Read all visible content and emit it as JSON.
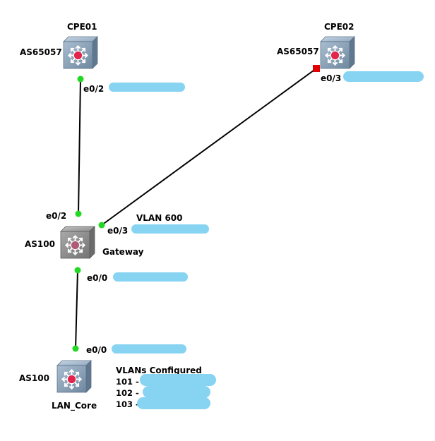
{
  "nodes": {
    "cpe01": {
      "name": "CPE01",
      "as_label": "AS65057",
      "status_color": "#e2254a"
    },
    "cpe02": {
      "name": "CPE02",
      "as_label": "AS65057",
      "status_color": "#e2254a"
    },
    "gateway": {
      "name": "Gateway",
      "as_label": "AS100",
      "status_color": "#b05a78"
    },
    "lan_core": {
      "name": "LAN_Core",
      "as_label": "AS100",
      "status_color": "#e2254a"
    }
  },
  "interfaces": {
    "cpe01_e0_2": "e0/2",
    "cpe02_e0_3": "e0/3",
    "gw_e0_2": "e0/2",
    "gw_e0_3": "e0/3",
    "gw_e0_0": "e0/0",
    "core_e0_0": "e0/0"
  },
  "annotations": {
    "vlan_gateway": "VLAN 600",
    "vlans_title": "VLANs Configured",
    "vlan_101": "101 -",
    "vlan_102": "102 -",
    "vlan_103": "103 -"
  },
  "links": [
    {
      "from": "CPE01 e0/2",
      "to": "Gateway e0/2",
      "status": "up"
    },
    {
      "from": "CPE02 e0/3",
      "to": "Gateway e0/3",
      "status": "down"
    },
    {
      "from": "Gateway e0/0",
      "to": "LAN_Core e0/0",
      "status": "up"
    }
  ],
  "colors": {
    "redaction": "#86d3f2",
    "port_up": "#22d822",
    "port_down": "#e00000",
    "switch_body": "#7d96ae",
    "gateway_body": "#8f8f8f"
  },
  "icons": {
    "switch": "multilayer-switch-icon"
  }
}
